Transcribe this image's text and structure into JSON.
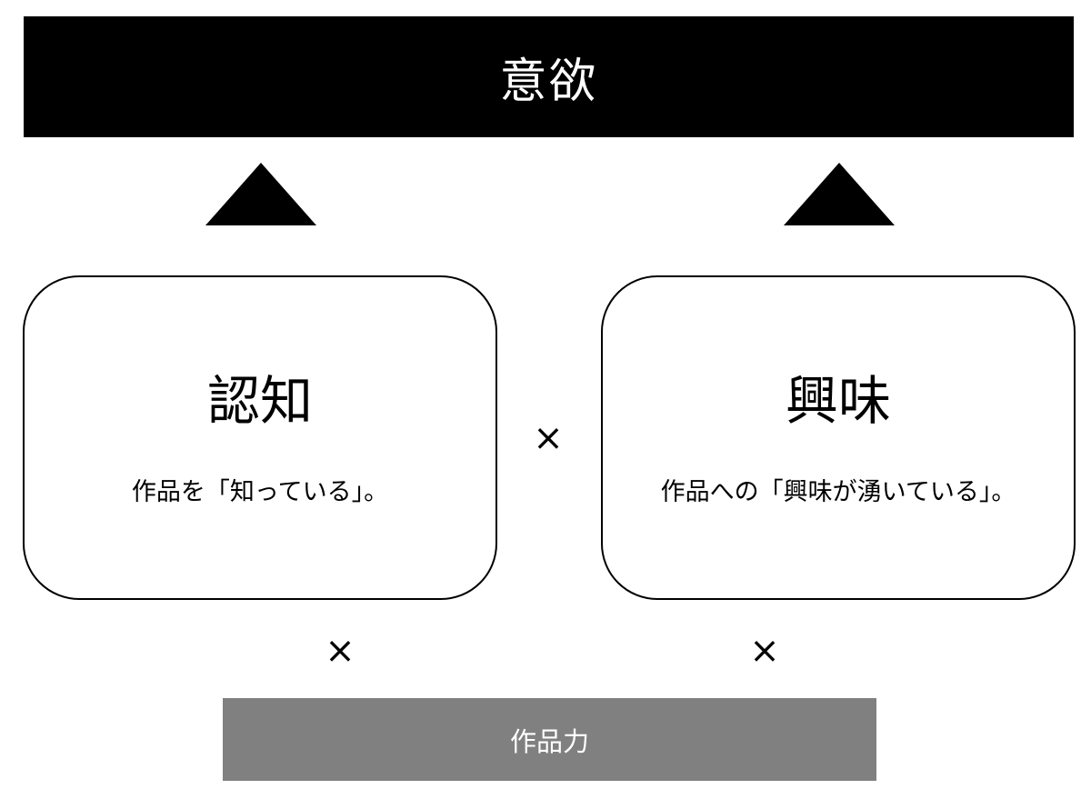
{
  "top": {
    "label": "意欲",
    "background": "#000000",
    "text_color": "#ffffff"
  },
  "arrows": {
    "left_icon": "triangle-up-icon",
    "right_icon": "triangle-up-icon"
  },
  "left_card": {
    "title": "認知",
    "description": "作品を「知っている」。"
  },
  "right_card": {
    "title": "興味",
    "description": "作品への「興味が湧いている」。"
  },
  "operators": {
    "middle": "×",
    "bottom_left": "×",
    "bottom_right": "×"
  },
  "bottom": {
    "label": "作品力",
    "background": "#808080",
    "text_color": "#ffffff"
  }
}
